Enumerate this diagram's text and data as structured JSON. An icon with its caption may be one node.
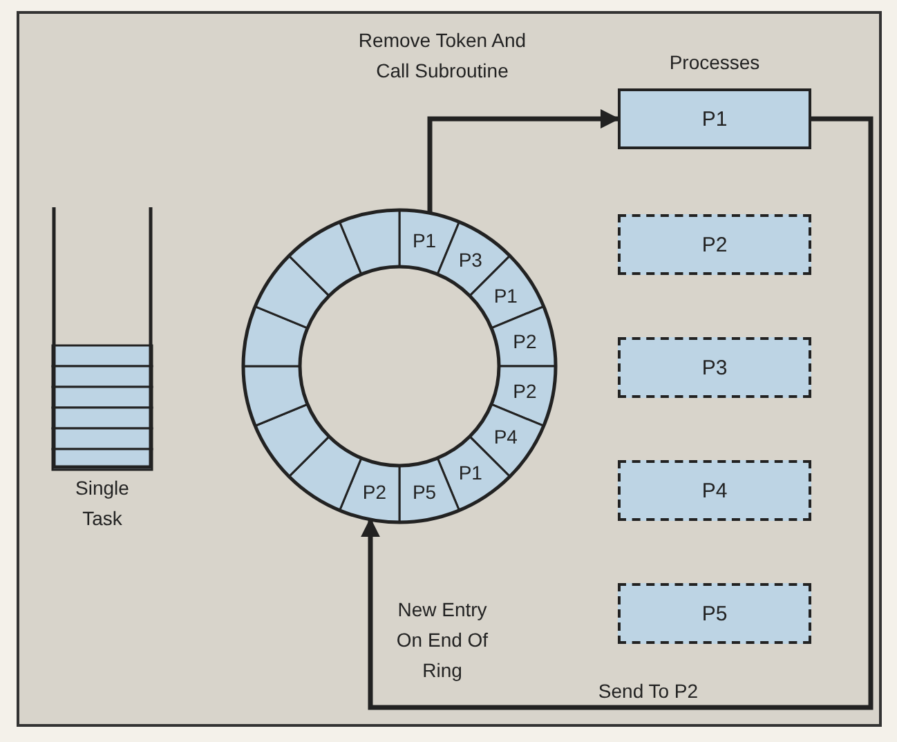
{
  "diagram": {
    "nodes": [
      {
        "text": [
          "Single Task"
        ]
      },
      {
        "text": [
          "P1"
        ]
      },
      {
        "text": [
          "P3"
        ]
      },
      {
        "text": [
          "P1"
        ]
      },
      {
        "text": [
          "P2"
        ]
      },
      {
        "text": [
          "P2"
        ]
      },
      {
        "text": [
          "P4"
        ]
      },
      {
        "text": [
          "P1"
        ]
      },
      {
        "text": [
          "P5"
        ]
      },
      {
        "text": [
          "P2"
        ]
      },
      {
        "text": [],
        "shape": "box"
      },
      {
        "text": [],
        "shape": "box"
      },
      {
        "text": [],
        "shape": "box"
      },
      {
        "text": [],
        "shape": "box"
      },
      {
        "text": [],
        "shape": "box"
      },
      {
        "text": [],
        "shape": "box"
      },
      {
        "text": [],
        "shape": "box"
      },
      {
        "text": [
          "P1"
        ]
      },
      {
        "text": [
          "P2"
        ]
      },
      {
        "text": [
          "P3"
        ]
      },
      {
        "text": [
          "P4"
        ]
      },
      {
        "text": [
          "P5"
        ]
      }
    ],
    "edges": [
      {
        "from": 1,
        "to": 17,
        "arrow": "to",
        "label": "Remove Token And Call Subroutine"
      },
      {
        "from": 17,
        "to": 9,
        "arrow": "to",
        "label": "Send To P2"
      }
    ],
    "labels": [
      "Processes",
      "New Entry On End Of Ring"
    ]
  }
}
